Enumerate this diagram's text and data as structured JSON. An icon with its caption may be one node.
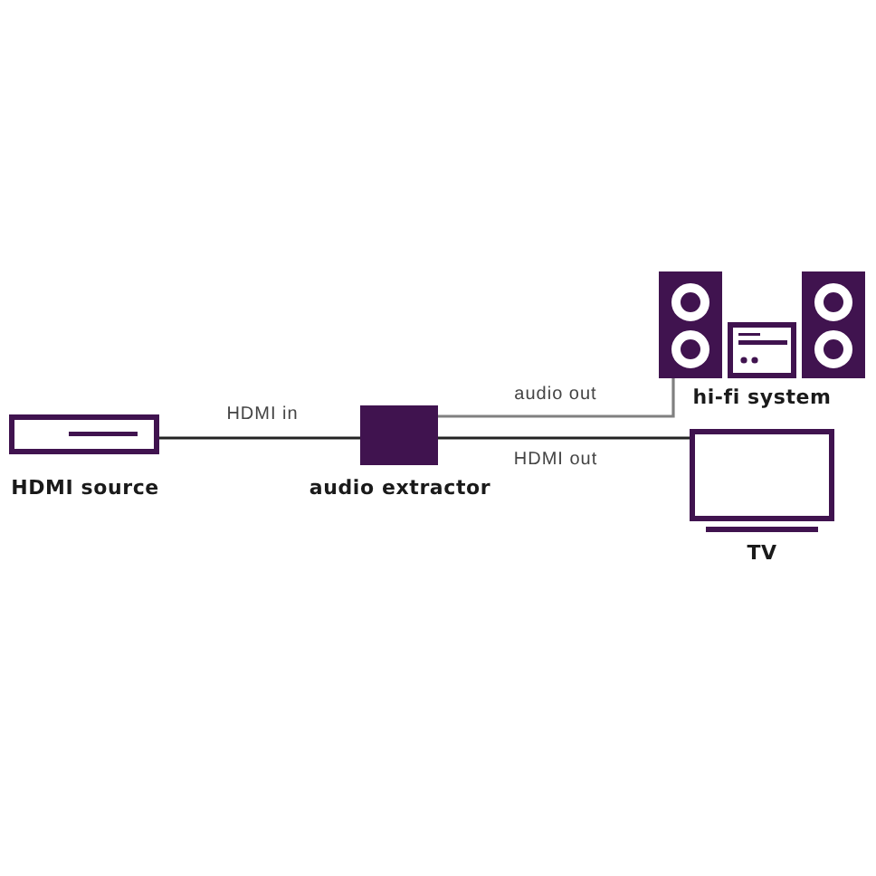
{
  "diagram": {
    "nodes": [
      {
        "text": [
          "HDMI source"
        ]
      },
      {
        "text": [
          "audio extractor"
        ]
      },
      {
        "text": [
          "hi-fi system"
        ]
      },
      {
        "text": [
          "TV"
        ]
      }
    ],
    "edges": [
      {
        "from": 0,
        "to": 1,
        "arrow": "none",
        "label": "HDMI in"
      },
      {
        "from": 1,
        "to": 2,
        "arrow": "none",
        "label": "audio out",
        "color": "#808080"
      },
      {
        "from": 1,
        "to": 3,
        "arrow": "none",
        "label": "HDMI out"
      }
    ]
  }
}
